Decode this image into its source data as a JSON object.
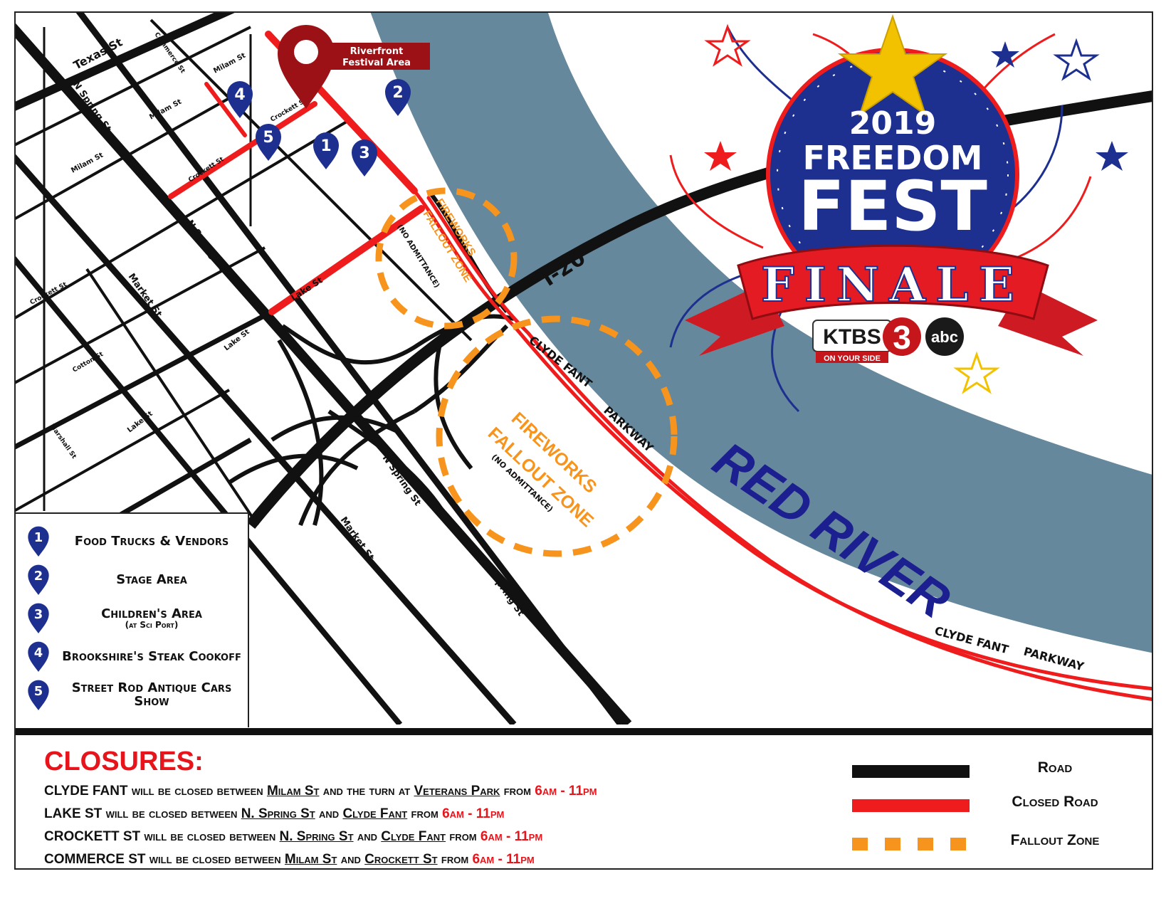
{
  "map": {
    "streets": {
      "texas": "Texas St",
      "commerce": "Commerce St",
      "milam": "Milam St",
      "crockett": "Crockett St",
      "n_spring": "N Spring St",
      "market": "Market St",
      "lake": "Lake St",
      "cotton": "Cotton St",
      "marshall": "Marshall St",
      "i20": "I-20",
      "clyde_fant": "CLYDE FANT",
      "parkway": "PARKWAY"
    },
    "river_label": "RED RIVER",
    "festival_area_label": [
      "Riverfront",
      "Festival Area"
    ],
    "fallout_zone_label": [
      "FIREWORKS",
      "FALLOUT ZONE"
    ],
    "no_admittance": "(NO ADMITTANCE)",
    "markers": [
      "1",
      "2",
      "3",
      "4",
      "5"
    ]
  },
  "logo": {
    "year": "2019",
    "line1": "FREEDOM",
    "line2": "FEST",
    "banner": "FINALE",
    "station": "KTBS",
    "channel": "3",
    "network": "abc",
    "tagline": "ON YOUR SIDE"
  },
  "legend": [
    {
      "num": "1",
      "label": "Food Trucks & Vendors",
      "sub": ""
    },
    {
      "num": "2",
      "label": "Stage Area",
      "sub": ""
    },
    {
      "num": "3",
      "label": "Children's Area",
      "sub": "(at Sci Port)"
    },
    {
      "num": "4",
      "label": "Brookshire's Steak Cookoff",
      "sub": ""
    },
    {
      "num": "5",
      "label": "Street Rod Antique Cars Show",
      "sub": ""
    }
  ],
  "closures": {
    "title": "CLOSURES:",
    "lines": [
      {
        "road": "CLYDE FANT",
        "between": "will be closed between",
        "from_place": "Milam St",
        "and": "and the turn at",
        "to_place": "Veterans Park",
        "from_word": "from",
        "time": "6am - 11pm"
      },
      {
        "road": "LAKE ST",
        "between": "will be closed between",
        "from_place": "N. Spring St",
        "and": "and",
        "to_place": "Clyde Fant",
        "from_word": "from",
        "time": "6am - 11pm"
      },
      {
        "road": "CROCKETT ST",
        "between": "will be closed between",
        "from_place": "N. Spring St",
        "and": "and",
        "to_place": "Clyde Fant",
        "from_word": "from",
        "time": "6am - 11pm"
      },
      {
        "road": "COMMERCE ST",
        "between": "will be closed between",
        "from_place": "Milam St",
        "and": "and",
        "to_place": "Crockett  St",
        "from_word": "from",
        "time": "6am - 11pm"
      }
    ]
  },
  "key": {
    "road": "Road",
    "closed_road": "Closed Road",
    "fallout_zone": "Fallout Zone"
  },
  "colors": {
    "road": "#111111",
    "closed": "#ee1c1c",
    "fallout": "#f7941d",
    "river": "#66889c",
    "marker": "#1d2f8f",
    "festival_pin": "#9b1116",
    "river_text": "#1c1f8f"
  }
}
